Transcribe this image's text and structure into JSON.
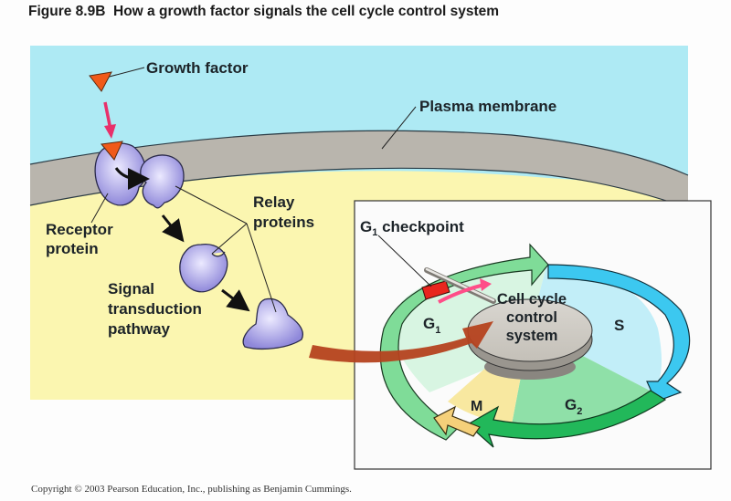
{
  "figure": {
    "title": "Figure 8.9B  How a growth factor signals the cell cycle control system",
    "copyright": "Copyright © 2003 Pearson Education, Inc., publishing as Benjamin Cummings."
  },
  "labels": {
    "growth_factor": "Growth factor",
    "plasma_membrane": "Plasma membrane",
    "receptor_line1": "Receptor",
    "receptor_line2": "protein",
    "relay_line1": "Relay",
    "relay_line2": "proteins",
    "signal_line1": "Signal",
    "signal_line2": "transduction",
    "signal_line3": "pathway"
  },
  "cell_cycle": {
    "checkpoint_main": "G",
    "checkpoint_sub": "1",
    "checkpoint_text": " checkpoint",
    "control_line1": "Cell cycle",
    "control_line2": "control",
    "control_line3": "system",
    "phases": [
      {
        "name": "G",
        "sub": "1"
      },
      {
        "name": "S",
        "sub": ""
      },
      {
        "name": "G",
        "sub": "2"
      },
      {
        "name": "M",
        "sub": ""
      }
    ]
  },
  "colors": {
    "extracellular": "#aeeaf4",
    "membrane": "#b9b5ad",
    "cytoplasm": "#fbf6b0",
    "protein": "#a9a3e6",
    "growth_factor": "#f05a1a",
    "signal_arrow": "#e8306a",
    "relay_arrow": "#b5421f",
    "g1": "#7fdc98",
    "s": "#3cc8f0",
    "g2": "#22b85a",
    "m": "#f5d07a",
    "checkpoint": "#e8261e"
  }
}
